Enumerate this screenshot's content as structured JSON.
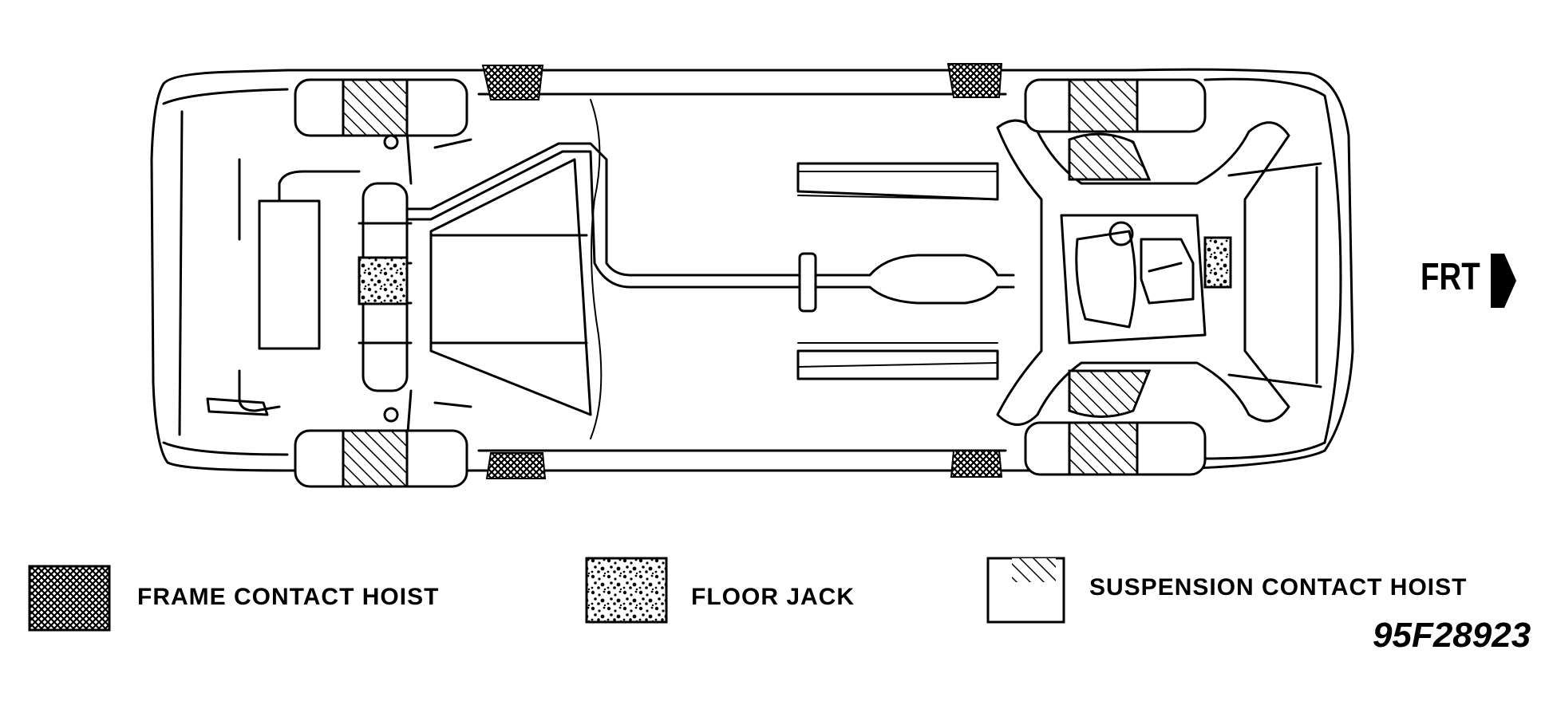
{
  "direction_label": "FRT",
  "legend": [
    {
      "key": "frame",
      "label": "FRAME CONTACT HOIST"
    },
    {
      "key": "jack",
      "label": "FLOOR JACK"
    },
    {
      "key": "suspension",
      "label": "SUSPENSION CONTACT HOIST"
    }
  ],
  "figure_id": "95F28923"
}
